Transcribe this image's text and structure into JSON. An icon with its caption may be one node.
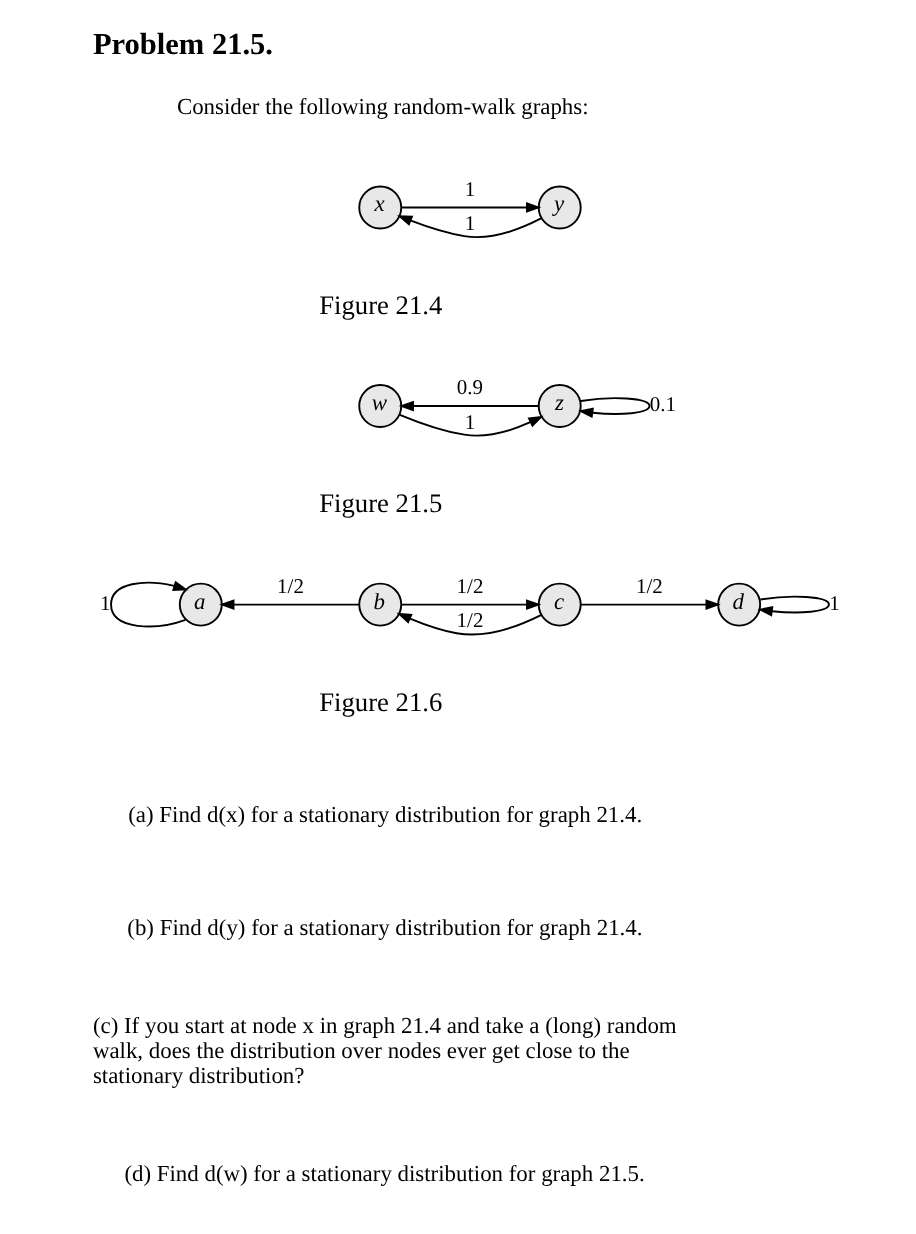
{
  "diagram": {
    "title": "Problem 21.5.",
    "nodes": [
      {
        "text": [
          "x"
        ]
      },
      {
        "text": [
          "y"
        ]
      },
      {
        "text": [
          "w"
        ]
      },
      {
        "text": [
          "z"
        ]
      },
      {
        "text": [
          "a"
        ]
      },
      {
        "text": [
          "b"
        ]
      },
      {
        "text": [
          "c"
        ]
      },
      {
        "text": [
          "d"
        ]
      }
    ],
    "edges": [
      {
        "from": 0,
        "to": 1,
        "arrow": "to",
        "label": "1"
      },
      {
        "from": 1,
        "to": 0,
        "arrow": "to",
        "label": "1"
      },
      {
        "from": 2,
        "to": 3,
        "arrow": "to",
        "label": "1"
      },
      {
        "from": 3,
        "to": 2,
        "arrow": "to",
        "label": "0.9"
      },
      {
        "from": 3,
        "to": 3,
        "arrow": "to",
        "label": "0.1"
      },
      {
        "from": 4,
        "to": 4,
        "arrow": "to",
        "label": "1"
      },
      {
        "from": 5,
        "to": 4,
        "arrow": "to",
        "label": "1/2"
      },
      {
        "from": 5,
        "to": 6,
        "arrow": "to",
        "label": "1/2"
      },
      {
        "from": 6,
        "to": 5,
        "arrow": "to",
        "label": "1/2"
      },
      {
        "from": 6,
        "to": 7,
        "arrow": "to",
        "label": "1/2"
      },
      {
        "from": 7,
        "to": 7,
        "arrow": "to",
        "label": "1"
      }
    ],
    "labels": [
      "Consider the following random-walk graphs:",
      "Figure 21.4",
      "Figure 21.5",
      "Figure 21.6",
      "(a) Find d(x) for a stationary distribution for graph 21.4.",
      "(b) Find d(y) for a stationary distribution for graph 21.4.",
      "(c) If you start at node x in graph 21.4 and take a (long) random walk, does the distribution over nodes ever get close to the stationary distribution?",
      "(d) Find d(w) for a stationary distribution for graph 21.5."
    ]
  }
}
